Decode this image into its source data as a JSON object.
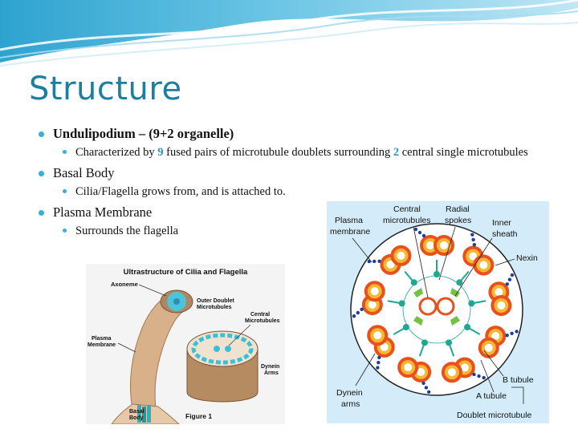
{
  "slide": {
    "title": "Structure",
    "bullets": [
      {
        "label": "Undulipodium – (9+2 organelle)"
      },
      {
        "pre": "Characterized by ",
        "num1": "9",
        "mid": " fused pairs of microtubule doublets surrounding ",
        "num2": "2",
        "post": " central single microtubules"
      },
      {
        "label": "Basal Body"
      },
      {
        "label": "Cilia/Flagella grows from, and is attached to."
      },
      {
        "label": "Plasma Membrane"
      },
      {
        "label": "Surrounds the flagella"
      }
    ]
  },
  "figure_left": {
    "title": "Ultrastructure of Cilia and Flagella",
    "labels": {
      "axoneme": "Axoneme",
      "outer_doublet_1": "Outer Doublet",
      "outer_doublet_2": "Microtubules",
      "central_1": "Central",
      "central_2": "Microtubules",
      "plasma_1": "Plasma",
      "plasma_2": "Membrane",
      "dynein_1": "Dynein",
      "dynein_2": "Arms",
      "basal_1": "Basal",
      "basal_2": "Body"
    },
    "caption": "Figure 1"
  },
  "figure_right": {
    "labels": {
      "plasma_1": "Plasma",
      "plasma_2": "membrane",
      "central_1": "Central",
      "central_2": "microtubules",
      "radial_1": "Radial",
      "radial_2": "spokes",
      "inner_1": "Inner",
      "inner_2": "sheath",
      "nexin": "Nexin",
      "dynein_1": "Dynein",
      "dynein_2": "arms",
      "b_tubule": "B tubule",
      "a_tubule": "A tubule",
      "doublet": "Doublet microtubule"
    },
    "colors": {
      "background": "#d4ecf9",
      "tubule_ring": "#e8511e",
      "tubule_fill": "#f7b731",
      "central": "#76c043",
      "spoke": "#1fa88f",
      "dynein": "#1e3f9b"
    }
  }
}
